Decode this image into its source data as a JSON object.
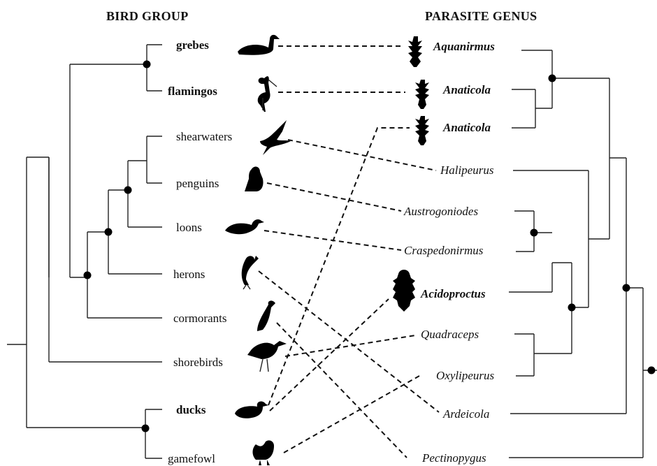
{
  "headers": {
    "left": "BIRD GROUP",
    "right": "PARASITE GENUS"
  },
  "birds": [
    {
      "label": "grebes",
      "icon": "grebe-icon",
      "bold": true
    },
    {
      "label": "flamingos",
      "icon": "flamingo-icon",
      "bold": true
    },
    {
      "label": "shearwaters",
      "icon": "shearwater-icon",
      "bold": false
    },
    {
      "label": "penguins",
      "icon": "penguin-icon",
      "bold": false
    },
    {
      "label": "loons",
      "icon": "loon-icon",
      "bold": false
    },
    {
      "label": "herons",
      "icon": "heron-icon",
      "bold": false
    },
    {
      "label": "cormorants",
      "icon": "cormorant-icon",
      "bold": false
    },
    {
      "label": "shorebirds",
      "icon": "shorebird-icon",
      "bold": false
    },
    {
      "label": "ducks",
      "icon": "duck-icon",
      "bold": true
    },
    {
      "label": "gamefowl",
      "icon": "gamefowl-icon",
      "bold": false
    }
  ],
  "parasites": [
    {
      "label": "Aquanirmus",
      "bold": true,
      "icon": "louse-icon"
    },
    {
      "label": "Anaticola",
      "bold": true,
      "icon": "louse-icon"
    },
    {
      "label": "Anaticola",
      "bold": true,
      "icon": "louse-icon"
    },
    {
      "label": "Halipeurus",
      "bold": false
    },
    {
      "label": "Austrogoniodes",
      "bold": false
    },
    {
      "label": "Craspedonirmus",
      "bold": false
    },
    {
      "label": "Acidoproctus",
      "bold": true,
      "icon": "louse-wide-icon"
    },
    {
      "label": "Quadraceps",
      "bold": false
    },
    {
      "label": "Oxylipeurus",
      "bold": false
    },
    {
      "label": "Ardeicola",
      "bold": false
    },
    {
      "label": "Pectinopygus",
      "bold": false
    }
  ],
  "associations": [
    {
      "bird": "grebes",
      "parasite": "Aquanirmus"
    },
    {
      "bird": "flamingos",
      "parasite": "Anaticola"
    },
    {
      "bird": "ducks",
      "parasite": "Anaticola"
    },
    {
      "bird": "shearwaters",
      "parasite": "Halipeurus"
    },
    {
      "bird": "penguins",
      "parasite": "Austrogoniodes"
    },
    {
      "bird": "loons",
      "parasite": "Craspedonirmus"
    },
    {
      "bird": "herons",
      "parasite": "Ardeicola"
    },
    {
      "bird": "cormorants",
      "parasite": "Pectinopygus"
    },
    {
      "bird": "shorebirds",
      "parasite": "Quadraceps"
    },
    {
      "bird": "ducks",
      "parasite": "Acidoproctus"
    },
    {
      "bird": "gamefowl",
      "parasite": "Oxylipeurus"
    }
  ]
}
